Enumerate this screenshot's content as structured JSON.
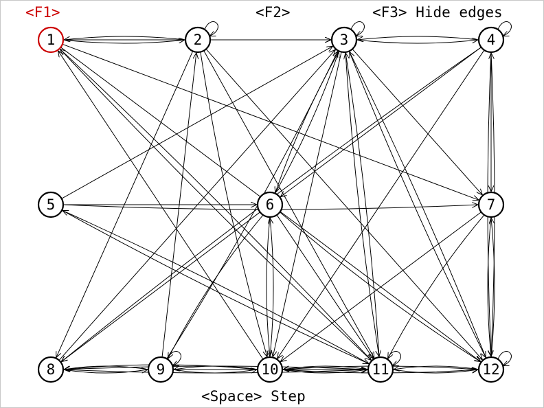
{
  "hints": {
    "f1": "<F1>",
    "f2": "<F2>",
    "f3": "<F3> Hide edges",
    "space": "<Space> Step"
  },
  "colors": {
    "background": "#ffffff",
    "edge": "#000000",
    "node_border": "#000000",
    "highlight": "#cc0000"
  },
  "graph": {
    "highlighted_node": "1",
    "nodes": [
      {
        "id": "1",
        "label": "1"
      },
      {
        "id": "2",
        "label": "2"
      },
      {
        "id": "3",
        "label": "3"
      },
      {
        "id": "4",
        "label": "4"
      },
      {
        "id": "5",
        "label": "5"
      },
      {
        "id": "6",
        "label": "6"
      },
      {
        "id": "7",
        "label": "7"
      },
      {
        "id": "8",
        "label": "8"
      },
      {
        "id": "9",
        "label": "9"
      },
      {
        "id": "10",
        "label": "10"
      },
      {
        "id": "11",
        "label": "11"
      },
      {
        "id": "12",
        "label": "12"
      }
    ],
    "edges": [
      [
        "1",
        "2"
      ],
      [
        "2",
        "1"
      ],
      [
        "1",
        "3"
      ],
      [
        "1",
        "7"
      ],
      [
        "1",
        "11"
      ],
      [
        "10",
        "1"
      ],
      [
        "11",
        "1"
      ],
      [
        "2",
        "2"
      ],
      [
        "2",
        "3"
      ],
      [
        "2",
        "10"
      ],
      [
        "2",
        "11"
      ],
      [
        "2",
        "12"
      ],
      [
        "2",
        "8"
      ],
      [
        "9",
        "2"
      ],
      [
        "3",
        "3"
      ],
      [
        "3",
        "4"
      ],
      [
        "4",
        "3"
      ],
      [
        "3",
        "6"
      ],
      [
        "3",
        "7"
      ],
      [
        "3",
        "10"
      ],
      [
        "3",
        "11"
      ],
      [
        "3",
        "12"
      ],
      [
        "5",
        "3"
      ],
      [
        "8",
        "3"
      ],
      [
        "9",
        "3"
      ],
      [
        "11",
        "3"
      ],
      [
        "4",
        "4"
      ],
      [
        "4",
        "6"
      ],
      [
        "4",
        "8"
      ],
      [
        "4",
        "10"
      ],
      [
        "4",
        "12"
      ],
      [
        "12",
        "4"
      ],
      [
        "4",
        "7"
      ],
      [
        "5",
        "6"
      ],
      [
        "5",
        "7"
      ],
      [
        "5",
        "11"
      ],
      [
        "11",
        "5"
      ],
      [
        "6",
        "3"
      ],
      [
        "6",
        "8"
      ],
      [
        "6",
        "9"
      ],
      [
        "6",
        "10"
      ],
      [
        "10",
        "6"
      ],
      [
        "6",
        "11"
      ],
      [
        "6",
        "12"
      ],
      [
        "7",
        "10"
      ],
      [
        "7",
        "11"
      ],
      [
        "7",
        "12"
      ],
      [
        "12",
        "7"
      ],
      [
        "1",
        "12"
      ],
      [
        "12",
        "3"
      ],
      [
        "8",
        "9"
      ],
      [
        "9",
        "8"
      ],
      [
        "8",
        "11"
      ],
      [
        "9",
        "9"
      ],
      [
        "9",
        "10"
      ],
      [
        "10",
        "9"
      ],
      [
        "9",
        "11"
      ],
      [
        "10",
        "11"
      ],
      [
        "11",
        "10"
      ],
      [
        "10",
        "12"
      ],
      [
        "11",
        "11"
      ],
      [
        "11",
        "12"
      ],
      [
        "12",
        "11"
      ],
      [
        "12",
        "12"
      ],
      [
        "10",
        "8"
      ],
      [
        "11",
        "8"
      ],
      [
        "12",
        "10"
      ]
    ]
  }
}
